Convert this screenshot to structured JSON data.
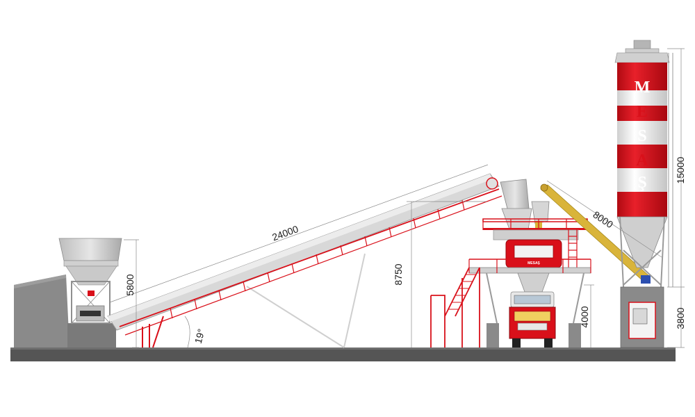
{
  "silo": {
    "letters": [
      "M",
      "E",
      "S",
      "A",
      "Ş"
    ]
  },
  "mixer": {
    "brand_label": "MESAŞ"
  },
  "dimensions": {
    "conveyor_length": "24000",
    "conveyor_angle": "19°",
    "aggregate_bin_height": "5800",
    "platform_height": "8750",
    "screw_conveyor_length": "8000",
    "silo_height": "15000",
    "silo_base_height": "3800",
    "truck_clearance": "4000"
  },
  "colors": {
    "accent_red": "#d9101a",
    "steel_grey": "#c8c8c8",
    "dark_grey": "#7a7a7a",
    "ground": "#555555",
    "screw_yellow": "#d9b43a",
    "motor_blue": "#2c4fb0"
  }
}
